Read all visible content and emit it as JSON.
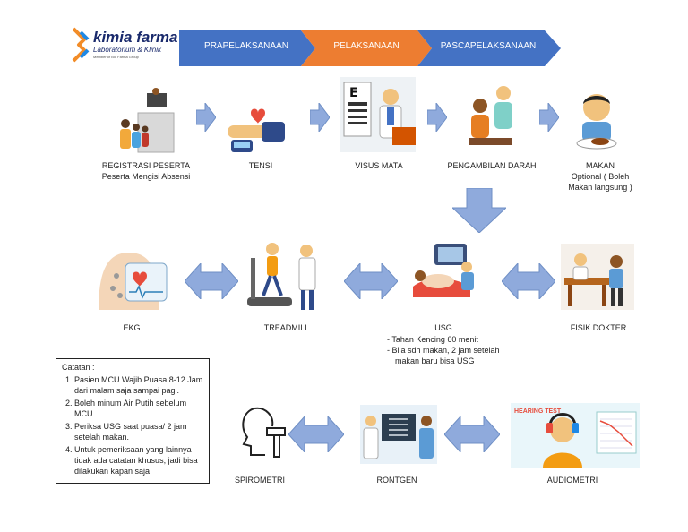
{
  "logo": {
    "name": "kimia farma",
    "sub": "Laboratorium & Klinik",
    "tiny": "Member of Bio Farma Group",
    "colors": {
      "navy": "#1a2a6c",
      "orange": "#f28c28",
      "blue": "#1e88e5"
    }
  },
  "phases": [
    {
      "label": "PRAPELAKSANAAN",
      "color": "#4472c4"
    },
    {
      "label": "PELAKSANAAN",
      "color": "#ed7d31"
    },
    {
      "label": "PASCAPELAKSANAAN",
      "color": "#4472c4"
    }
  ],
  "steps": {
    "registrasi": {
      "title": "REGISTRASI PESERTA",
      "desc": "Peserta Mengisi Absensi"
    },
    "tensi": {
      "title": "TENSI"
    },
    "visus": {
      "title": "VISUS MATA"
    },
    "darah": {
      "title": "PENGAMBILAN DARAH"
    },
    "makan": {
      "title": "MAKAN",
      "desc1": "Optional ( Boleh",
      "desc2": "Makan langsung )"
    },
    "ekg": {
      "title": "EKG"
    },
    "treadmill": {
      "title": "TREADMILL"
    },
    "usg": {
      "title": "USG",
      "note1": "- Tahan Kencing 60 menit",
      "note2": "- Bila sdh makan, 2 jam setelah",
      "note3": "makan baru bisa USG"
    },
    "fisik": {
      "title": "FISIK DOKTER"
    },
    "spirometri": {
      "title": "SPIROMETRI"
    },
    "rontgen": {
      "title": "RONTGEN"
    },
    "audiometri": {
      "title": "AUDIOMETRI",
      "screen_text": "HEARING TEST"
    }
  },
  "notes": {
    "title": "Catatan :",
    "items": [
      "Pasien MCU Wajib Puasa 8-12 Jam dari malam saja sampai pagi.",
      "Boleh minum Air Putih sebelum MCU.",
      "Periksa USG saat puasa/ 2 jam setelah makan.",
      "Untuk pemeriksaan yang lainnya tidak ada catatan khusus, jadi bisa dilakukan kapan saja"
    ]
  },
  "arrow_color": "#8faadc"
}
